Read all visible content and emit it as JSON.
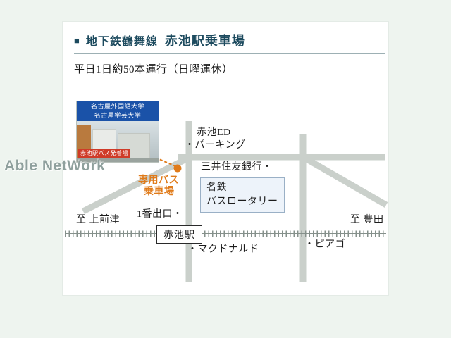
{
  "watermark": "Able NetWork",
  "header": {
    "bullet": "■",
    "line_name": "地下鉄鶴舞線",
    "station_title": "赤池駅乗車場",
    "subtitle": "平日1日約50本運行（日曜運休）"
  },
  "photo": {
    "banner_line1": "名古屋外国語大学",
    "banner_line2": "名古屋学芸大学",
    "caption": "赤池駅バス発着場"
  },
  "map": {
    "labels": {
      "akaike_ed": "赤池ED",
      "parking": "・パーキング",
      "smbc": "三井住友銀行・",
      "meitetsu_line1": "名鉄",
      "meitetsu_line2": "バスロータリー",
      "bus_stop_line1": "専用バス",
      "bus_stop_line2": "乗車場",
      "exit1": "1番出口・",
      "to_kamimaezu": "至 上前津",
      "station": "赤池駅",
      "to_toyota": "至 豊田",
      "mcdonalds": "・マクドナルド",
      "piago": "・ピアゴ"
    },
    "colors": {
      "accent_orange": "#e07b1a",
      "road_gray": "#cad0cb",
      "railway_gray": "#85908b",
      "title_teal": "#1c4a5e",
      "rotary_fill": "#edf3fa",
      "rotary_border": "#9ab0c6",
      "banner_blue": "#1a52a8",
      "caption_red": "#cf3b28",
      "page_background": "#eef4ef"
    }
  }
}
